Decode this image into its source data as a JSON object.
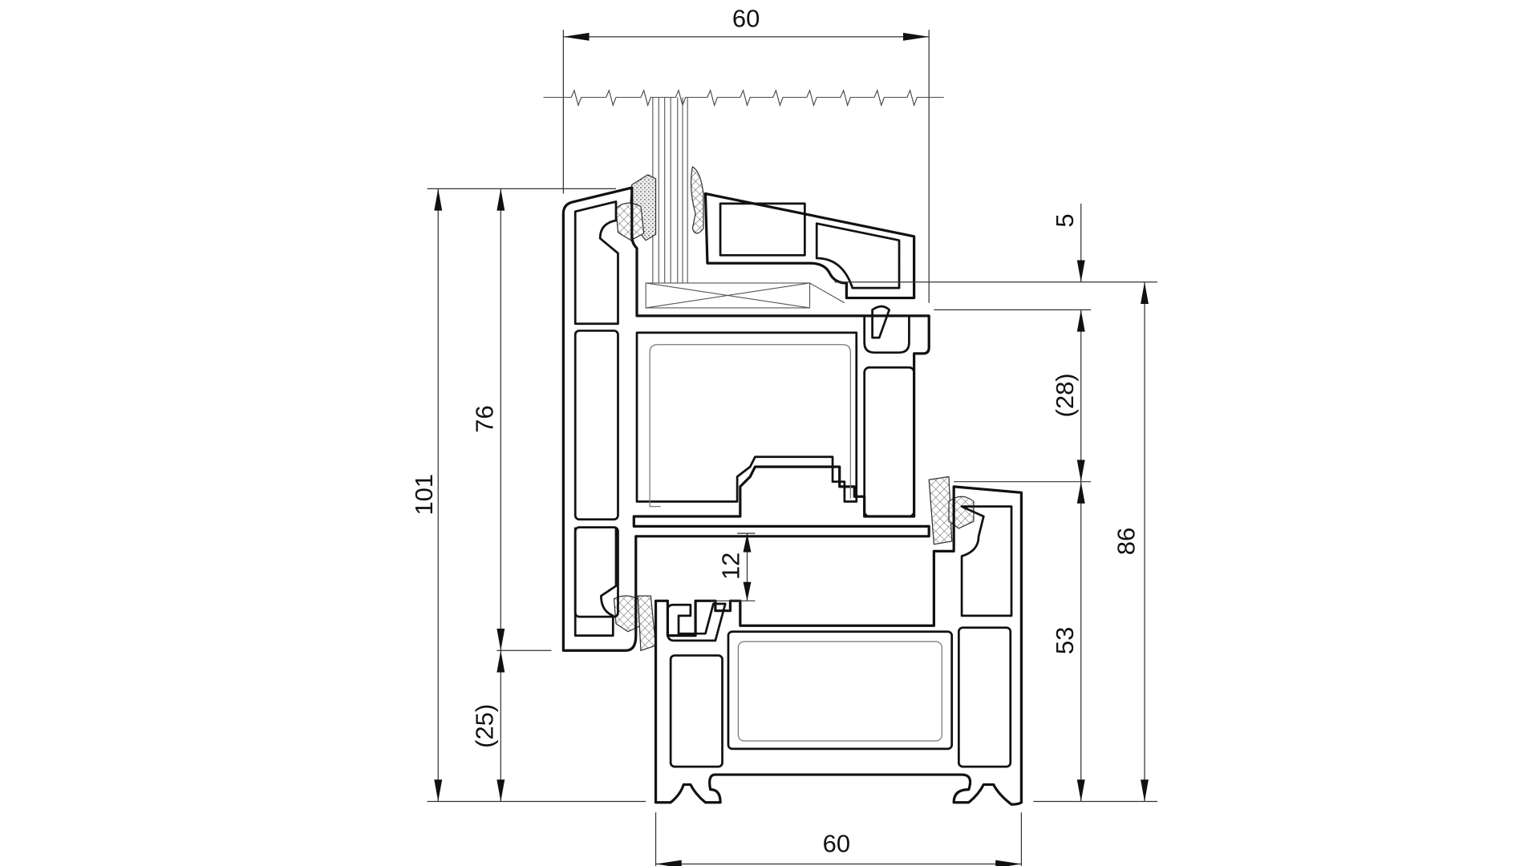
{
  "drawing": {
    "title": "Window profile cross-section (sash + frame) with dimensions",
    "background": "#ffffff",
    "line_color": "#111111"
  },
  "dimensions": {
    "top_width": "60",
    "bottom_width": "60",
    "left_overall": "101",
    "left_sash": "76",
    "left_lower": "(25)",
    "right_top_gap": "5",
    "right_glass_rebate": "(28)",
    "right_frame": "53",
    "right_overall": "86",
    "inner_overlap": "12"
  }
}
